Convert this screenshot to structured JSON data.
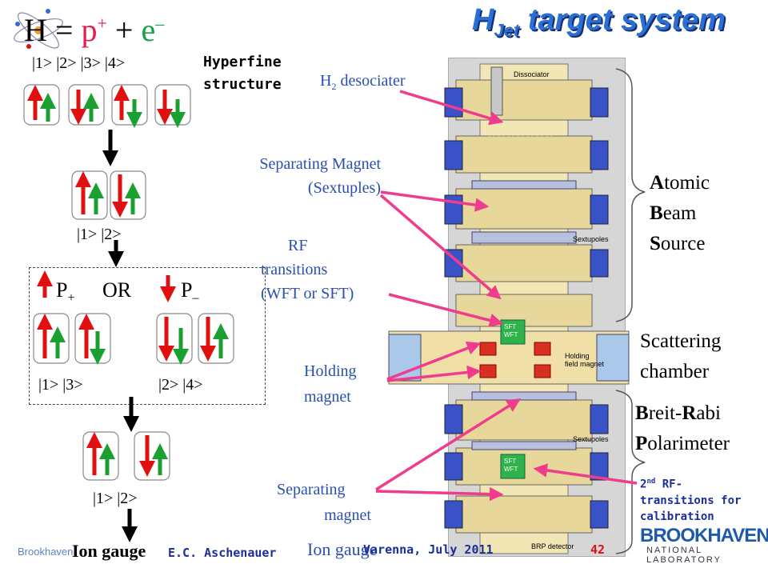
{
  "slide": {
    "title_main": "H",
    "title_sub": "Jet",
    "title_rest": " target system",
    "formula": {
      "h": "H = ",
      "p": "p",
      "p_sup": "+",
      "plus": " + ",
      "e": "e",
      "e_sup": "–"
    },
    "hyperfine_states": "|1>  |2>  |3>  |4>",
    "hyperfine_label_1": "Hyperfine",
    "hyperfine_label_2": "structure",
    "states_12_a": "|1>    |2>",
    "p_plus": "P",
    "p_plus_sub": "+",
    "or_label": "OR",
    "p_minus": "P",
    "p_minus_sub": "–",
    "states_13": "|1>  |3>",
    "states_24": "|2>  |4>",
    "states_12_b": "|1>  |2>",
    "ion_gauge_left": "Ion gauge",
    "ion_gauge_center": "Ion gauge",
    "labels": {
      "h2_desociater": "H",
      "h2_sub": "2",
      "h2_rest": " desociater",
      "separating_magnet_1": "Separating Magnet",
      "separating_magnet_2": "(Sextuples)",
      "rf_1": "RF",
      "rf_2": "transitions",
      "rf_3": "(WFT or  SFT)",
      "holding_1": "Holding",
      "holding_2": "magnet",
      "sep2_1": "Separating",
      "sep2_2": "magnet"
    },
    "right": {
      "abs_1a": "A",
      "abs_1b": "tomic",
      "abs_2a": "B",
      "abs_2b": "eam",
      "abs_3a": "S",
      "abs_3b": "ource",
      "scat_1": "Scattering",
      "scat_2": "chamber",
      "brp_1a": "B",
      "brp_1b": "reit-",
      "brp_1c": "R",
      "brp_1d": "abi",
      "brp_2a": "P",
      "brp_2b": "olarimeter",
      "rf2_1": "2",
      "rf2_sup": "nd",
      "rf2_2": " RF-",
      "rf2_3": "transitions for",
      "rf2_4": "calibration"
    },
    "diagram_labels": {
      "dissociator": "Dissociator",
      "sextupoles_1": "Sextupoles",
      "sextupoles_2": "Sextupoles",
      "holding_field": "Holding",
      "holding_field_2": "field magnet",
      "sft": "SFT",
      "wft": "WFT",
      "brp_detector": "BRP detector"
    },
    "footer": {
      "author": "E.C. Aschenauer",
      "event": "Varenna, July 2011",
      "page": "42",
      "lab_left": "Brookhaven",
      "bnl_big": "BROOKHAVEN",
      "bnl_small": "NATIONAL LABORATORY"
    },
    "colors": {
      "red_arrow": "#e01010",
      "green_arrow": "#1aa030",
      "pointer": "#ef3c8c",
      "title": "#2a6fd6"
    }
  }
}
